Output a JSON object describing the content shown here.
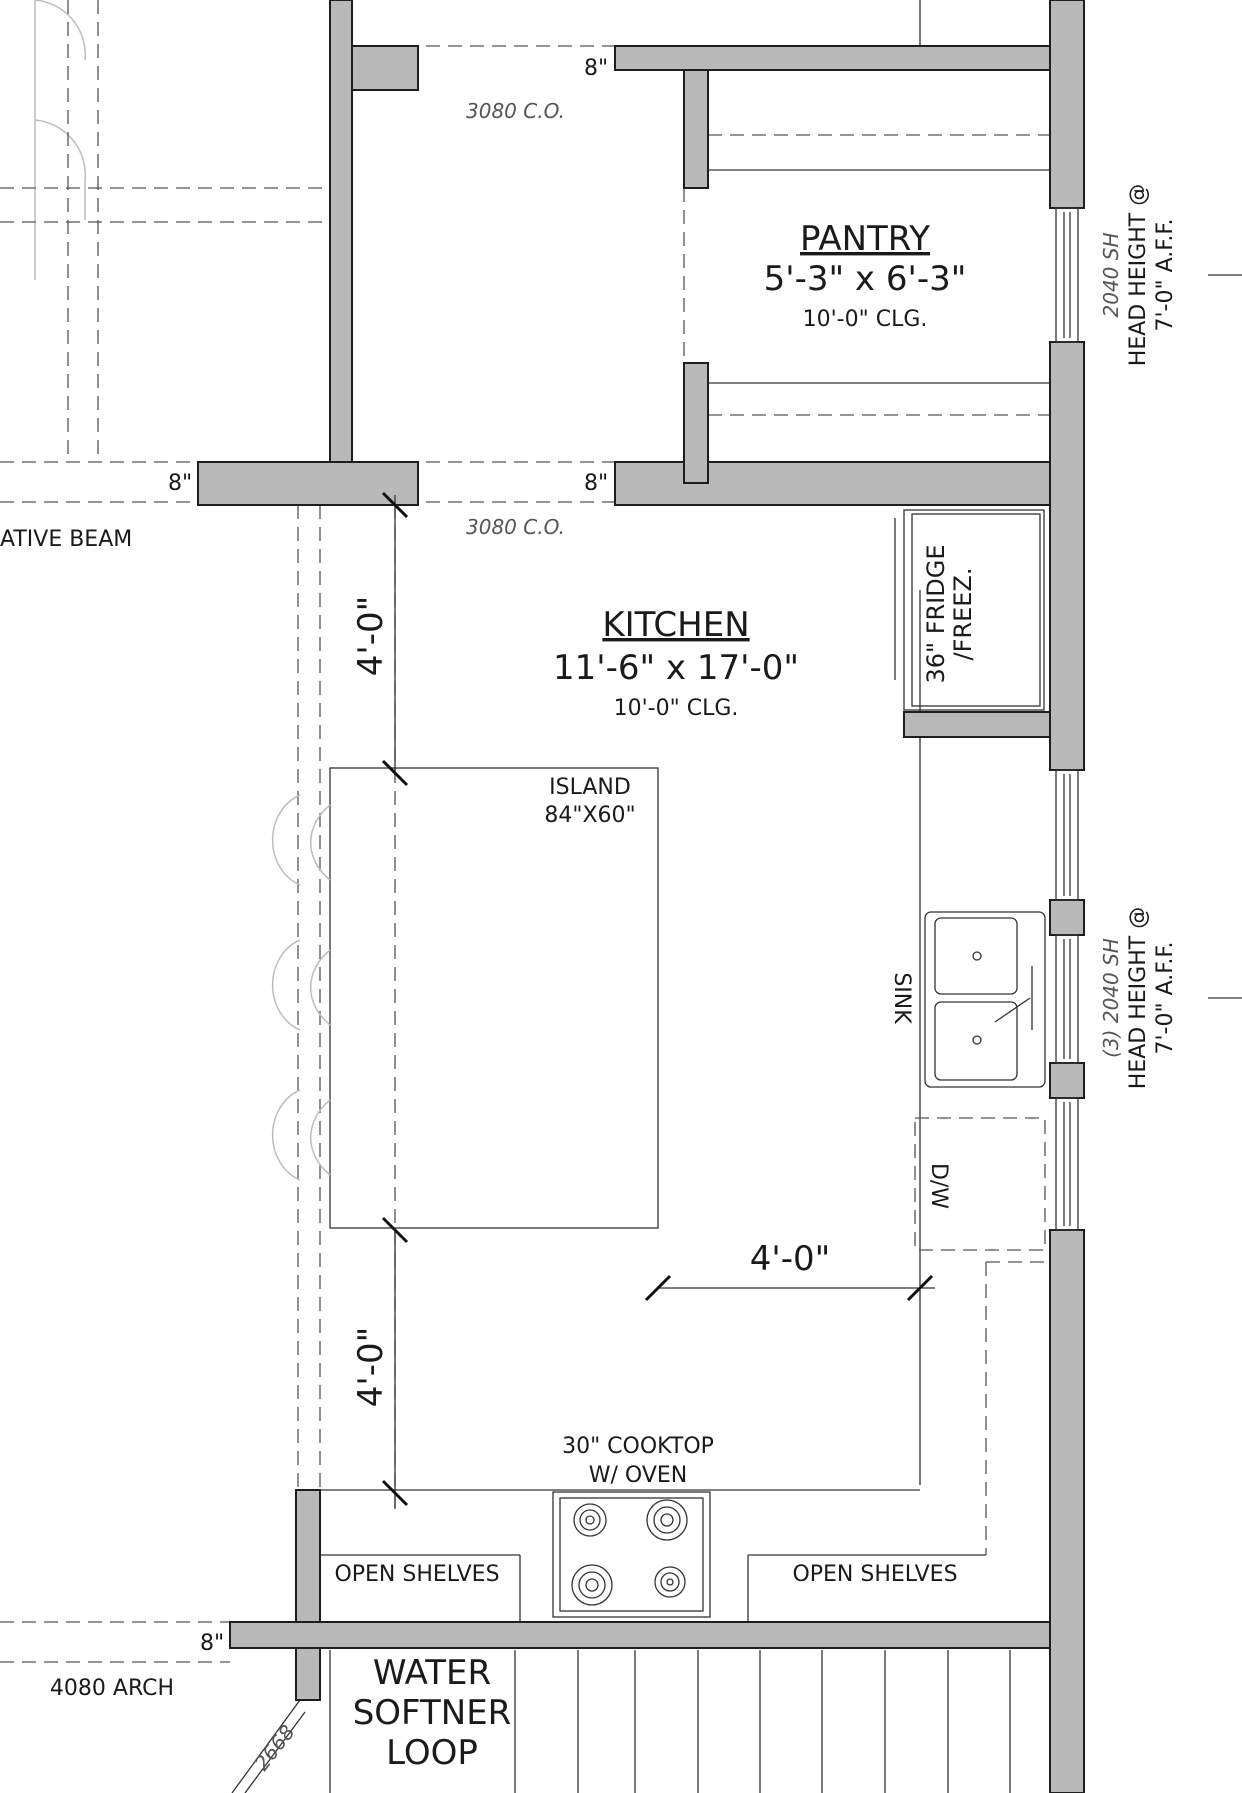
{
  "rooms": {
    "pantry": {
      "name": "PANTRY",
      "size": "5'-3\" x 6'-3\"",
      "ceiling": "10'-0\" CLG."
    },
    "kitchen": {
      "name": "KITCHEN",
      "size": "11'-6\" x 17'-0\"",
      "ceiling": "10'-0\" CLG."
    }
  },
  "fixtures": {
    "island_name": "ISLAND",
    "island_size": "84\"X60\"",
    "fridge_line1": "36\" FRIDGE",
    "fridge_line2": "/FREEZ.",
    "sink": "SINK",
    "dishwasher": "D/W",
    "cooktop_line1": "30\" COOKTOP",
    "cooktop_line2": "W/ OVEN",
    "shelves_left": "OPEN SHELVES",
    "shelves_right": "OPEN SHELVES",
    "water_line1": "WATER",
    "water_line2": "SOFTNER",
    "water_line3": "LOOP"
  },
  "dimensions": {
    "upper_left": "4'-0\"",
    "lower_left": "4'-0\"",
    "island_to_counter": "4'-0\""
  },
  "openings": {
    "top_co": "3080 C.O.",
    "mid_co": "3080 C.O.",
    "arch": "4080 ARCH",
    "door": "2668"
  },
  "wall_tags": {
    "top_right": "8\"",
    "mid_left": "8\"",
    "mid_right": "8\"",
    "bottom_left": "8\""
  },
  "beam_label": "ATIVE BEAM",
  "windows": {
    "upper": {
      "line1": "2040 SH",
      "line2": "HEAD HEIGHT @",
      "line3": "7'-0\" A.F.F."
    },
    "lower": {
      "line1": "(3) 2040 SH",
      "line2": "HEAD HEIGHT @",
      "line3": "7'-0\" A.F.F."
    }
  }
}
